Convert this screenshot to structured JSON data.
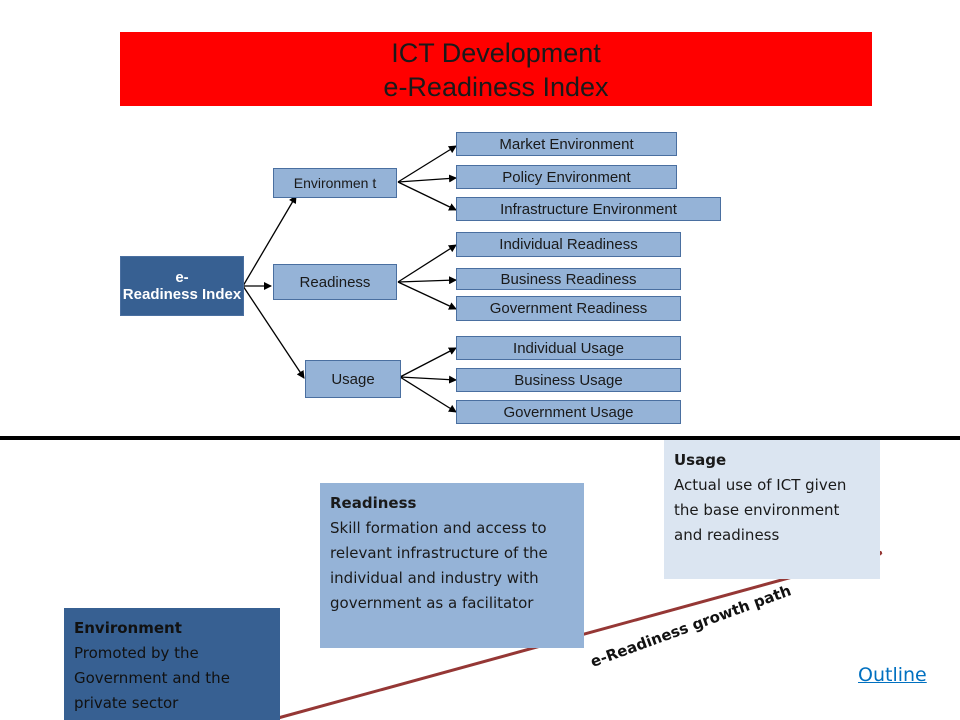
{
  "title": {
    "line1": "ICT Development",
    "line2": "e-Readiness Index"
  },
  "root": {
    "label": "e-\nReadiness Index"
  },
  "pillars": [
    {
      "label": "Environmen t",
      "children": [
        "Market Environment",
        "Policy Environment",
        "Infrastructure Environment"
      ]
    },
    {
      "label": "Readiness",
      "children": [
        "Individual Readiness",
        "Business Readiness",
        "Government Readiness"
      ]
    },
    {
      "label": "Usage",
      "children": [
        "Individual Usage",
        "Business Usage",
        "Government Usage"
      ]
    }
  ],
  "panels": {
    "environment": {
      "heading": "Environment",
      "body": "Promoted by the Government and the private sector"
    },
    "readiness": {
      "heading": "Readiness",
      "body": "Skill formation and access to relevant infrastructure of the individual and industry with government as a facilitator"
    },
    "usage": {
      "heading": "Usage",
      "body": "Actual use of ICT given the base environment and readiness"
    }
  },
  "growth_path": {
    "label": "e-Readiness growth path",
    "color": "#953735"
  },
  "outline_link": "Outline",
  "colors": {
    "title_bg": "#ff0000",
    "root_bg": "#376092",
    "node_bg": "#95b3d7",
    "usage_panel_bg": "#dbe5f1"
  }
}
